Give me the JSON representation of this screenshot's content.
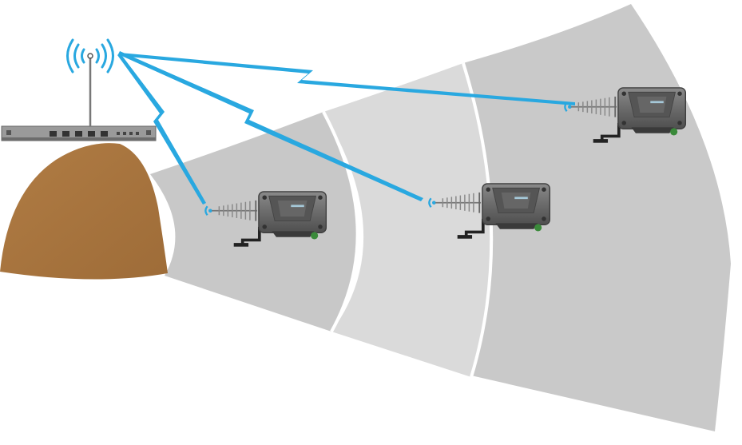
{
  "diagram": {
    "type": "wireless-range-illustration",
    "zones": [
      {
        "name": "zone-near",
        "fill": "#c8c8c8"
      },
      {
        "name": "zone-mid",
        "fill": "#dadada"
      },
      {
        "name": "zone-far",
        "fill": "#c9c9c9"
      }
    ],
    "base_station": {
      "icon": "radio-base-station-icon",
      "mound_color": "#a9763f"
    },
    "remote_units": [
      {
        "name": "remote-unit-near",
        "icon": "yagi-antenna-radio-icon"
      },
      {
        "name": "remote-unit-mid",
        "icon": "yagi-antenna-radio-icon"
      },
      {
        "name": "remote-unit-far",
        "icon": "yagi-antenna-radio-icon"
      }
    ],
    "link_color": "#29a8e0",
    "zone_divider_color": "#ffffff"
  }
}
